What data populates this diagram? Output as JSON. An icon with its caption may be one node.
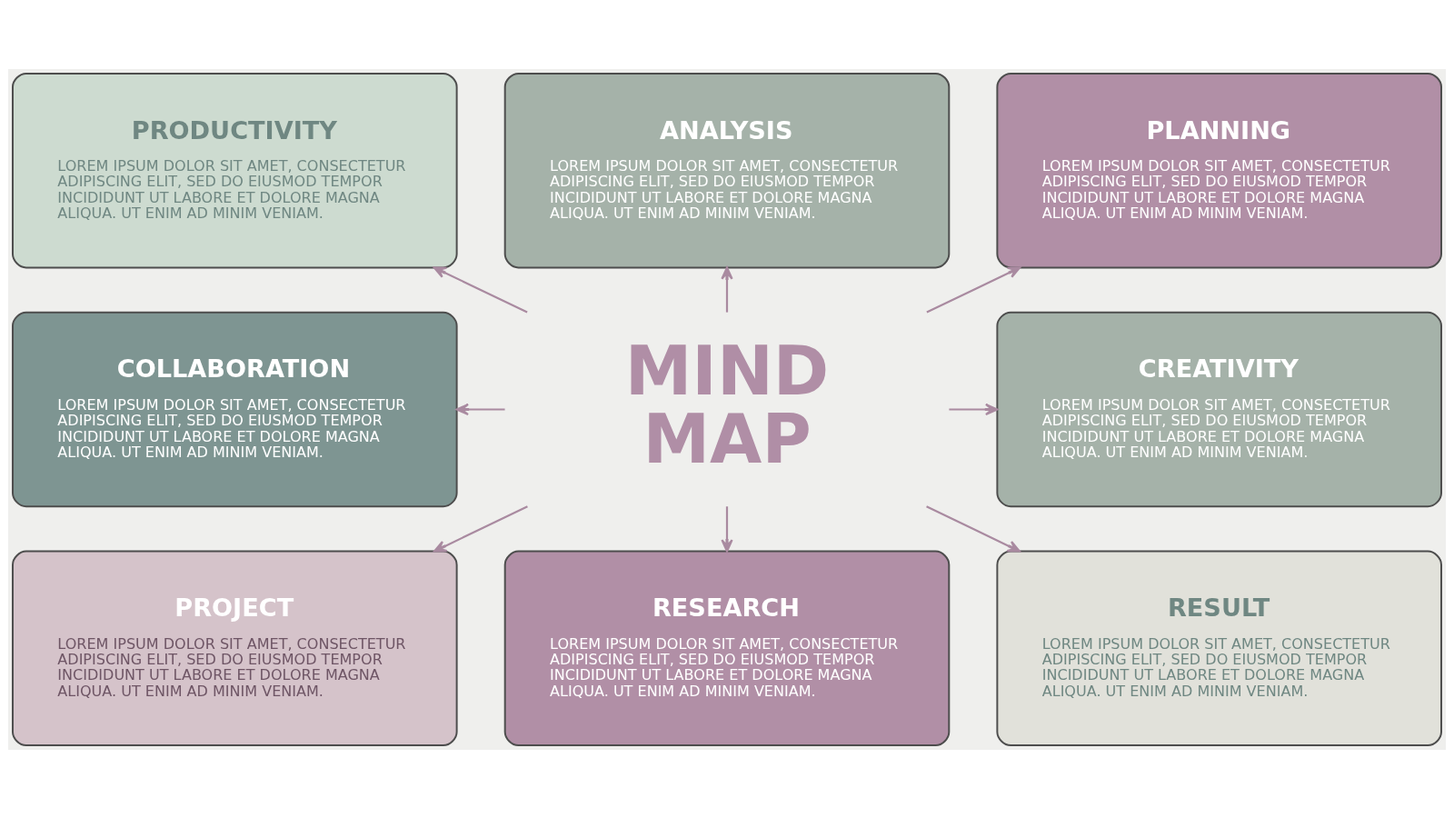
{
  "diagram": {
    "nodes": [
      {
        "text": [
          "PRODUCTIVITY",
          "LOREM IPSUM DOLOR SIT AMET, CONSECTETUR ADIPISCING ELIT, SED DO EIUSMOD TEMPOR INCIDIDUNT UT LABORE ET DOLORE MAGNA ALIQUA. UT ENIM AD MINIM VENIAM."
        ]
      },
      {
        "text": [
          "ANALYSIS",
          "LOREM IPSUM DOLOR SIT AMET, CONSECTETUR ADIPISCING ELIT, SED DO EIUSMOD TEMPOR INCIDIDUNT UT LABORE ET DOLORE MAGNA ALIQUA. UT ENIM AD MINIM VENIAM."
        ]
      },
      {
        "text": [
          "PLANNING",
          "LOREM IPSUM DOLOR SIT AMET, CONSECTETUR ADIPISCING ELIT, SED DO EIUSMOD TEMPOR INCIDIDUNT UT LABORE ET DOLORE MAGNA ALIQUA. UT ENIM AD MINIM VENIAM."
        ]
      },
      {
        "text": [
          "COLLABORATION",
          "LOREM IPSUM DOLOR SIT AMET, CONSECTETUR ADIPISCING ELIT, SED DO EIUSMOD TEMPOR INCIDIDUNT UT LABORE ET DOLORE MAGNA ALIQUA. UT ENIM AD MINIM VENIAM."
        ]
      },
      {
        "text": [
          "MIND MAP"
        ]
      },
      {
        "text": [
          "CREATIVITY",
          "LOREM IPSUM DOLOR SIT AMET, CONSECTETUR ADIPISCING ELIT, SED DO EIUSMOD TEMPOR INCIDIDUNT UT LABORE ET DOLORE MAGNA ALIQUA. UT ENIM AD MINIM VENIAM."
        ]
      },
      {
        "text": [
          "PROJECT",
          "LOREM IPSUM DOLOR SIT AMET, CONSECTETUR ADIPISCING ELIT, SED DO EIUSMOD TEMPOR INCIDIDUNT UT LABORE ET DOLORE MAGNA ALIQUA. UT ENIM AD MINIM VENIAM."
        ]
      },
      {
        "text": [
          "RESEARCH",
          "LOREM IPSUM DOLOR SIT AMET, CONSECTETUR ADIPISCING ELIT, SED DO EIUSMOD TEMPOR INCIDIDUNT UT LABORE ET DOLORE MAGNA ALIQUA. UT ENIM AD MINIM VENIAM."
        ]
      },
      {
        "text": [
          "RESULT",
          "LOREM IPSUM DOLOR SIT AMET, CONSECTETUR ADIPISCING ELIT, SED DO EIUSMOD TEMPOR INCIDIDUNT UT LABORE ET DOLORE MAGNA ALIQUA. UT ENIM AD MINIM VENIAM."
        ]
      }
    ],
    "edges": [
      {
        "from": 4,
        "to": 0,
        "arrow": "to"
      },
      {
        "from": 4,
        "to": 1,
        "arrow": "to"
      },
      {
        "from": 4,
        "to": 2,
        "arrow": "to"
      },
      {
        "from": 4,
        "to": 3,
        "arrow": "to"
      },
      {
        "from": 4,
        "to": 5,
        "arrow": "to"
      },
      {
        "from": 4,
        "to": 6,
        "arrow": "to"
      },
      {
        "from": 4,
        "to": 7,
        "arrow": "to"
      },
      {
        "from": 4,
        "to": 8,
        "arrow": "to"
      }
    ]
  }
}
